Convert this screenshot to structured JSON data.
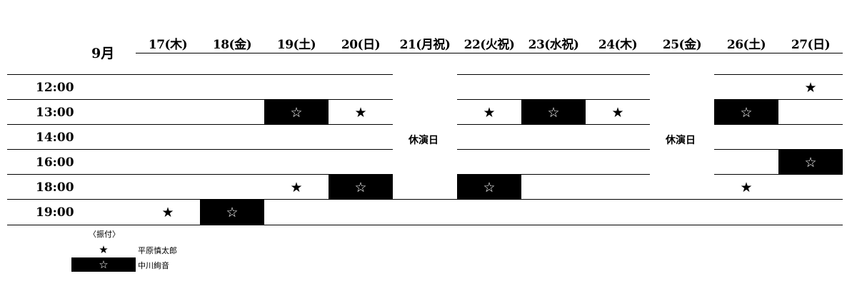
{
  "month": "9月",
  "days": [
    "17(木)",
    "18(金)",
    "19(土)",
    "20(日)",
    "21(月祝)",
    "22(火祝)",
    "23(水祝)",
    "24(木)",
    "25(金)",
    "26(土)",
    "27(日)"
  ],
  "times": [
    "12:00",
    "13:00",
    "14:00",
    "16:00",
    "18:00",
    "19:00"
  ],
  "rest_day_label": "休演日",
  "symbols": {
    "filled": "★",
    "outline": "☆"
  },
  "performances": [
    {
      "day": "27(日)",
      "time": "12:00",
      "mark": "★",
      "cast": "平原慎太郎"
    },
    {
      "day": "19(土)",
      "time": "13:00",
      "mark": "☆",
      "cast": "中川絢音"
    },
    {
      "day": "20(日)",
      "time": "13:00",
      "mark": "★",
      "cast": "平原慎太郎"
    },
    {
      "day": "22(火祝)",
      "time": "13:00",
      "mark": "★",
      "cast": "平原慎太郎"
    },
    {
      "day": "23(水祝)",
      "time": "13:00",
      "mark": "☆",
      "cast": "中川絢音"
    },
    {
      "day": "24(木)",
      "time": "13:00",
      "mark": "★",
      "cast": "平原慎太郎"
    },
    {
      "day": "26(土)",
      "time": "13:00",
      "mark": "☆",
      "cast": "中川絢音"
    },
    {
      "day": "27(日)",
      "time": "16:00",
      "mark": "☆",
      "cast": "中川絢音"
    },
    {
      "day": "19(土)",
      "time": "18:00",
      "mark": "★",
      "cast": "平原慎太郎"
    },
    {
      "day": "20(日)",
      "time": "18:00",
      "mark": "☆",
      "cast": "中川絢音"
    },
    {
      "day": "22(火祝)",
      "time": "18:00",
      "mark": "☆",
      "cast": "中川絢音"
    },
    {
      "day": "26(土)",
      "time": "18:00",
      "mark": "★",
      "cast": "平原慎太郎"
    },
    {
      "day": "17(木)",
      "time": "19:00",
      "mark": "★",
      "cast": "平原慎太郎"
    },
    {
      "day": "18(金)",
      "time": "19:00",
      "mark": "☆",
      "cast": "中川絢音"
    }
  ],
  "legend": {
    "title": "〈振付〉",
    "items": [
      {
        "mark": "★",
        "name": "平原慎太郎"
      },
      {
        "mark": "☆",
        "name": "中川絢音"
      }
    ]
  }
}
